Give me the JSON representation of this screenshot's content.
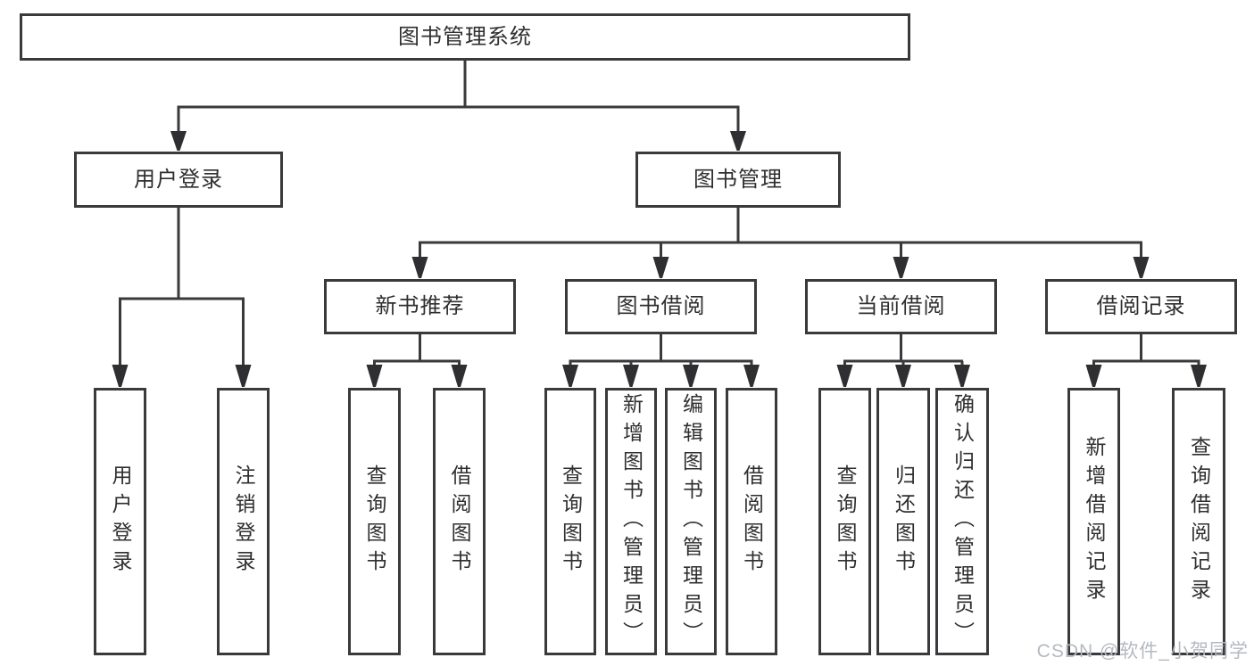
{
  "diagram": {
    "type": "hierarchy-tree",
    "tree": {
      "label": "图书管理系统",
      "children": [
        {
          "label": "用户登录",
          "children": [
            {
              "label": "用户登录"
            },
            {
              "label": "注销登录"
            }
          ]
        },
        {
          "label": "图书管理",
          "children": [
            {
              "label": "新书推荐",
              "children": [
                {
                  "label": "查询图书"
                },
                {
                  "label": "借阅图书"
                }
              ]
            },
            {
              "label": "图书借阅",
              "children": [
                {
                  "label": "查询图书"
                },
                {
                  "label": "新增图书（管理员）"
                },
                {
                  "label": "编辑图书（管理员）"
                },
                {
                  "label": "借阅图书"
                }
              ]
            },
            {
              "label": "当前借阅",
              "children": [
                {
                  "label": "查询图书"
                },
                {
                  "label": "归还图书"
                },
                {
                  "label": "确认归还（管理员）"
                }
              ]
            },
            {
              "label": "借阅记录",
              "children": [
                {
                  "label": "新增借阅记录"
                },
                {
                  "label": "查询借阅记录"
                }
              ]
            }
          ]
        }
      ]
    },
    "colors": {
      "line": "#3a3a3c",
      "text": "#2f2f31",
      "background": "#ffffff",
      "watermark": "#b4b9c0"
    }
  },
  "watermark": {
    "text": "CSDN @软件_小贺同学"
  }
}
